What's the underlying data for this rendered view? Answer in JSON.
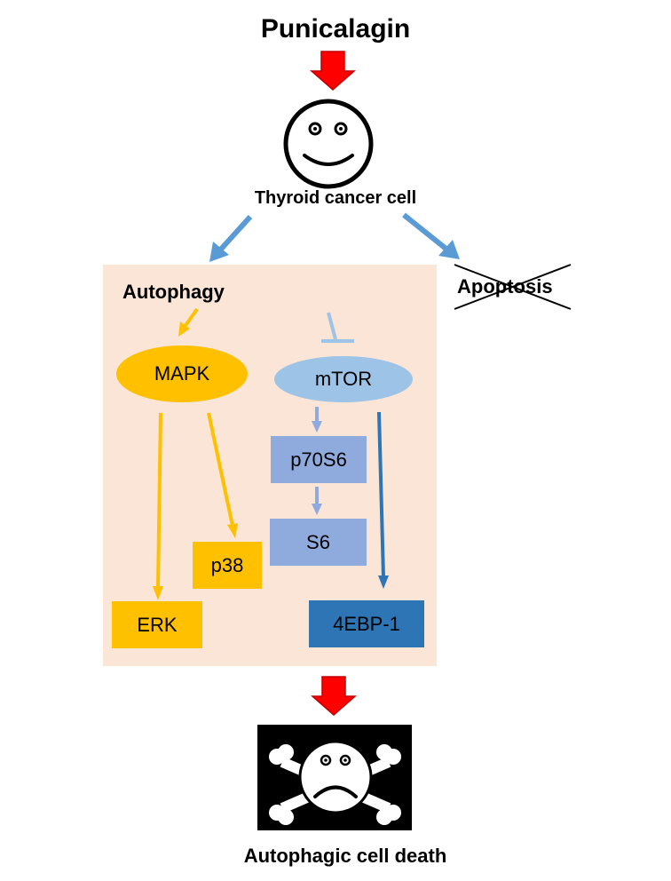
{
  "title": "Punicalagin",
  "cell_label": "Thyroid cancer cell",
  "autophagy_label": "Autophagy",
  "apoptosis_label": "Apoptosis",
  "nodes": {
    "mapk": "MAPK",
    "mtor": "mTOR",
    "p70s6": "p70S6",
    "s6": "S6",
    "p38": "p38",
    "erk": "ERK",
    "ebp": "4EBP-1"
  },
  "outcome_label": "Autophagic cell death",
  "colors": {
    "red_arrow": "#ff0000",
    "blue_arrow": "#5b9bd5",
    "orange": "#ffc000",
    "light_blue": "#9dc3e6",
    "periwinkle": "#8faadc",
    "dark_blue": "#2e75b6",
    "panel": "#fbe5d6"
  }
}
